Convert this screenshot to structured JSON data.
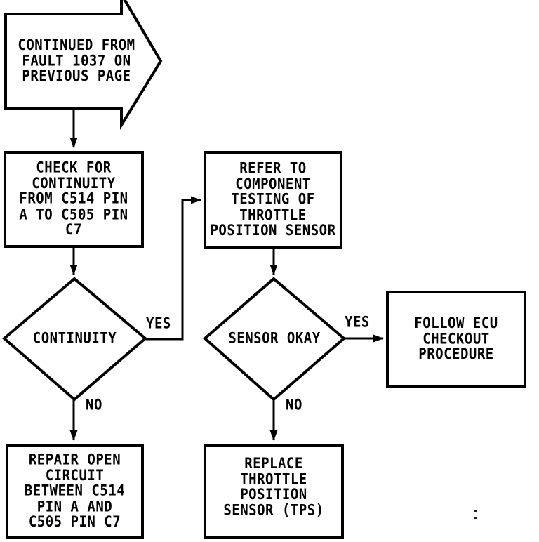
{
  "diagram": {
    "type": "flowchart",
    "title": "Fault 1037 troubleshooting continuation (throttle position sensor)",
    "background_color": "#ffffff",
    "line_color": "#000000",
    "nodes": [
      {
        "id": "offpage",
        "shape": "offpage-arrow",
        "text": "CONTINUED FROM\nFAULT 1037 ON\nPREVIOUS PAGE"
      },
      {
        "id": "check",
        "shape": "process",
        "text": "CHECK FOR\nCONTINUITY\nFROM C514 PIN\nA TO C505 PIN\nC7"
      },
      {
        "id": "refer",
        "shape": "process",
        "text": "REFER TO\nCOMPONENT\nTESTING OF\nTHROTTLE\nPOSITION SENSOR"
      },
      {
        "id": "continuity",
        "shape": "decision",
        "text": "CONTINUITY"
      },
      {
        "id": "sensor",
        "shape": "decision",
        "text": "SENSOR OKAY"
      },
      {
        "id": "follow",
        "shape": "process",
        "text": "FOLLOW ECU\nCHECKOUT\nPROCEDURE"
      },
      {
        "id": "repair",
        "shape": "process",
        "text": "REPAIR OPEN\nCIRCUIT\nBETWEEN C514\nPIN A AND\nC505 PIN C7"
      },
      {
        "id": "replace",
        "shape": "process",
        "text": "REPLACE\nTHROTTLE\nPOSITION\nSENSOR (TPS)"
      }
    ],
    "edges": [
      {
        "from": "offpage",
        "to": "check",
        "label": ""
      },
      {
        "from": "check",
        "to": "continuity",
        "label": ""
      },
      {
        "from": "continuity",
        "to": "refer",
        "label": "YES"
      },
      {
        "from": "continuity",
        "to": "repair",
        "label": "NO"
      },
      {
        "from": "refer",
        "to": "sensor",
        "label": ""
      },
      {
        "from": "sensor",
        "to": "follow",
        "label": "YES"
      },
      {
        "from": "sensor",
        "to": "replace",
        "label": "NO"
      }
    ],
    "labels": {
      "continuity_yes": "YES",
      "continuity_no": "NO",
      "sensor_yes": "YES",
      "sensor_no": "NO"
    }
  }
}
